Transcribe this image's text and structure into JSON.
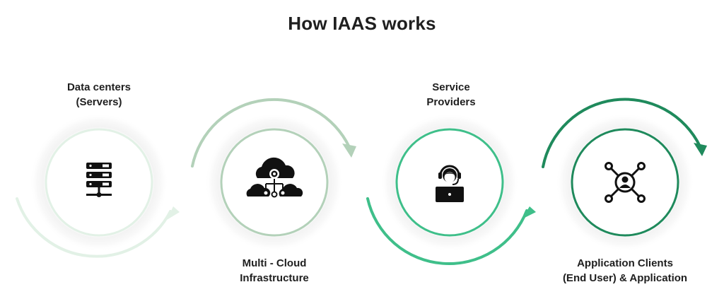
{
  "title": "How IAAS works",
  "steps": [
    {
      "line1": "Data centers",
      "line2": "(Servers)",
      "icon": "server-rack-icon",
      "color": "#e2f1e6"
    },
    {
      "line1": "Multi - Cloud",
      "line2": "Infrastructure",
      "icon": "multi-cloud-icon",
      "color": "#b3d1b9"
    },
    {
      "line1": "Service",
      "line2": "Providers",
      "icon": "support-agent-icon",
      "color": "#3fbf8a"
    },
    {
      "line1": "Application Clients",
      "line2": "(End User) & Application",
      "icon": "network-user-icon",
      "color": "#1f8a5c"
    }
  ]
}
